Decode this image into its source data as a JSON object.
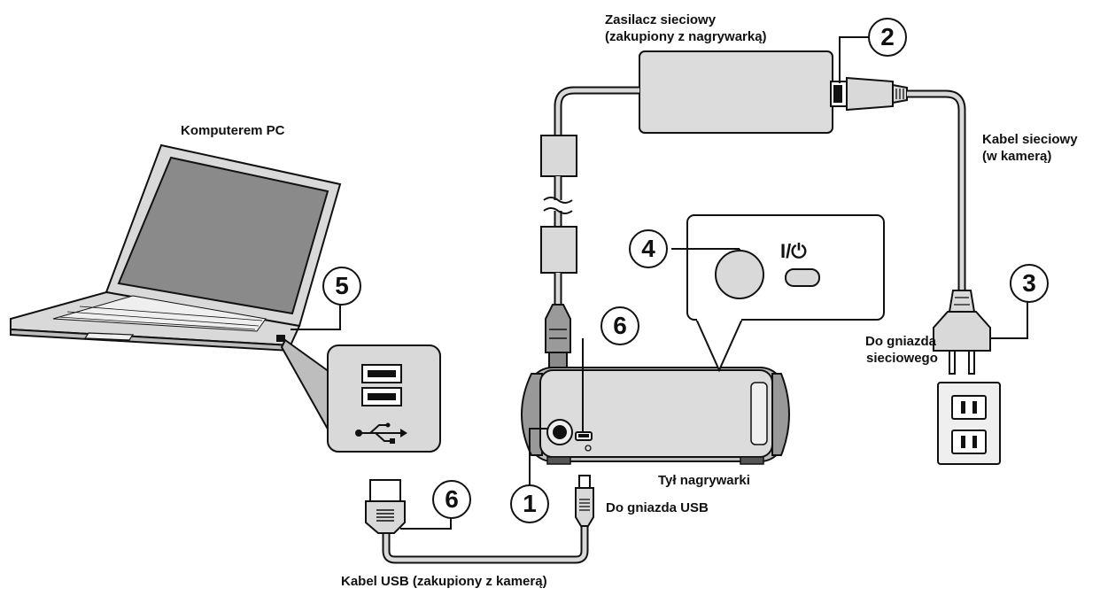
{
  "labels": {
    "ac_adapter": "Zasilacz sieciowy",
    "ac_adapter_note": "(zakupiony z nagrywarką)",
    "pc": "Komputerem PC",
    "power_cord": "Kabel sieciowy",
    "power_cord_note": "(w kamerą)",
    "to_outlet_1": "Do gniazda",
    "to_outlet_2": "sieciowego",
    "recorder_rear": "Tył nagrywarki",
    "to_usb": "Do gniazda USB",
    "usb_cable": "Kabel USB (zakupiony z kamerą)",
    "power_symbol": "I/⏻"
  },
  "callouts": [
    "1",
    "2",
    "3",
    "4",
    "5",
    "6",
    "6"
  ],
  "colors": {
    "line": "#111111",
    "fill_gray": "#d9d9d9",
    "fill_light": "#efefef",
    "fill_dark": "#8a8a8a"
  }
}
